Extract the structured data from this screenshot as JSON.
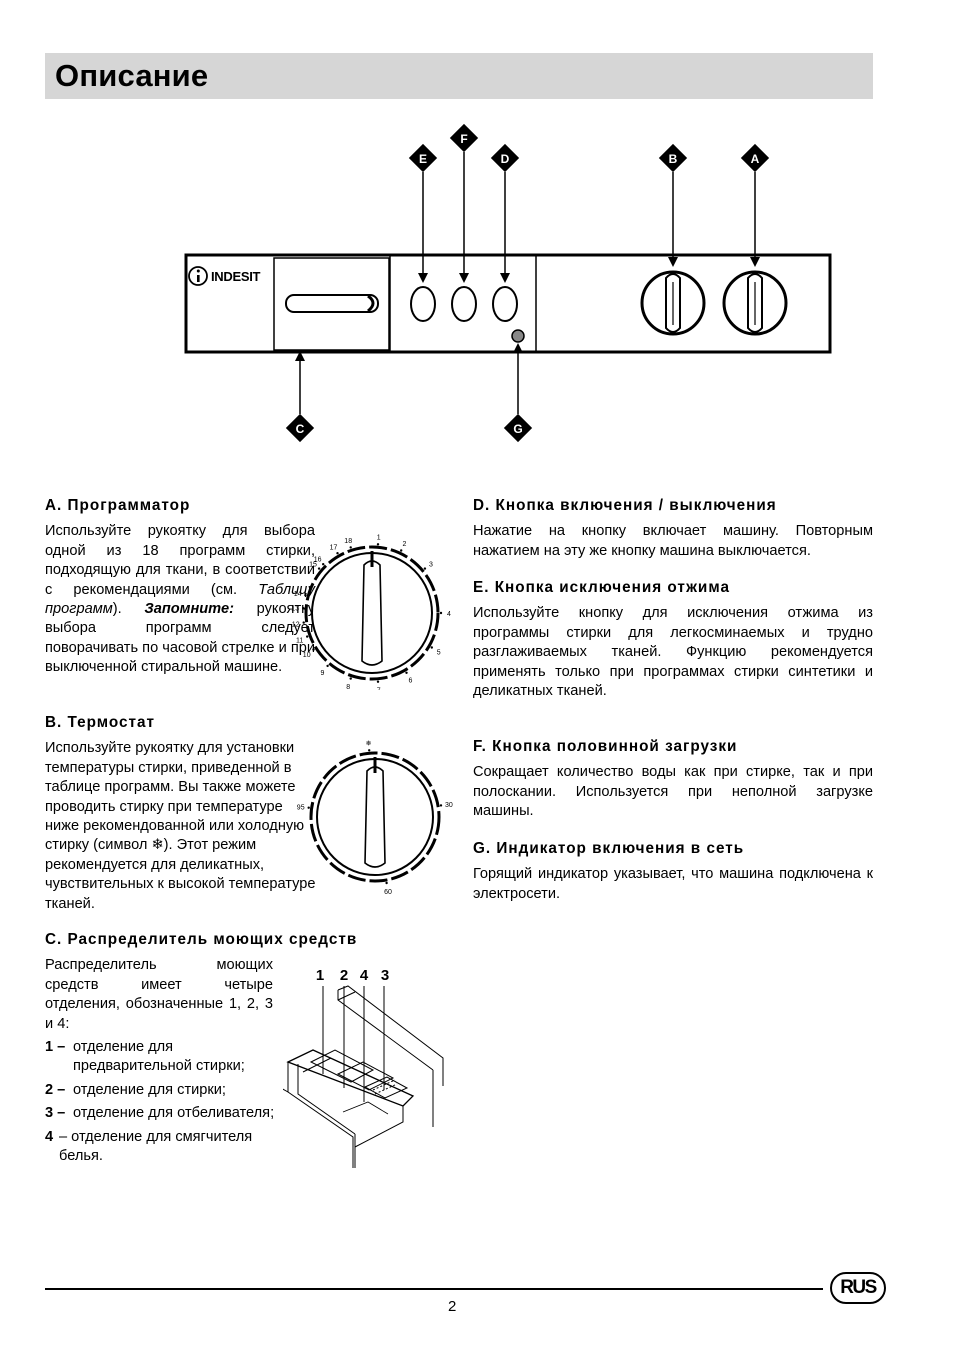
{
  "title": "Описание",
  "diagram": {
    "labels": [
      "A",
      "B",
      "C",
      "D",
      "E",
      "F",
      "G"
    ],
    "brand": "INDESIT"
  },
  "sections": {
    "a": {
      "heading": "A. Программатор",
      "text1": "Используйте рукоятку для выбора одной из 18 программ стирки, подходящую для ткани, в соответствии с рекомендациями (см. ",
      "text1_italic": "Таблицу программ",
      "text1_end": ").",
      "note_label": "Запомните:",
      "note_text": " рукоятку выбора программ следует поворачивать по часовой стрелке и при выключенной стиральной машине.",
      "dial_numbers": [
        "17",
        "18",
        "1",
        "2",
        "3",
        "4",
        "5",
        "6",
        "7",
        "8",
        "9",
        "10",
        "11",
        "12",
        "13",
        "14",
        "15",
        "16"
      ]
    },
    "b": {
      "heading": "B. Термостат",
      "text": "Используйте рукоятку для установки температуры стирки, приведенной в таблице программ. Вы также можете проводить стирку при температуре ниже рекомендованной или холодную стирку (символ ❄). Этот режим рекомендуется для деликатных, чувствительных к высокой температуре тканей.",
      "dial_numbers": [
        "❄",
        "30",
        "60",
        "95"
      ]
    },
    "c": {
      "heading": "C. Распределитель моющих средств",
      "intro": "Распределитель моющих средств имеет четыре отделения, обозначенные 1, 2, 3 и 4:",
      "items": [
        {
          "num": "1 –",
          "text": "отделение для предварительной стирки;"
        },
        {
          "num": "2 –",
          "text": "отделение для стирки;"
        },
        {
          "num": "3 –",
          "text": "отделение для отбеливателя;"
        },
        {
          "num": "4",
          "text": "– отделение для смягчителя белья."
        }
      ],
      "figure_labels": [
        "1",
        "2",
        "4",
        "3"
      ]
    },
    "d": {
      "heading": "D. Кнопка включения / выключения",
      "text": "Нажатие на кнопку включает машину. Повторным нажатием на эту же кнопку машина выключается."
    },
    "e": {
      "heading": "E. Кнопка исключения отжима",
      "text": "Используйте кнопку для исключения отжима из программы стирки для легкосминаемых и трудно разглаживаемых тканей. Функцию рекомендуется применять только при программах стирки синтетики и деликатных тканей."
    },
    "f": {
      "heading": "F. Кнопка половинной загрузки",
      "text": "Сокращает количество воды как при стирке, так и при полоскании. Используется при неполной загрузке машины."
    },
    "g": {
      "heading": "G. Индикатор включения в сеть",
      "text": "Горящий индикатор указывает, что машина подключена к электросети."
    }
  },
  "footer": {
    "page": "2",
    "badge": "RUS"
  }
}
